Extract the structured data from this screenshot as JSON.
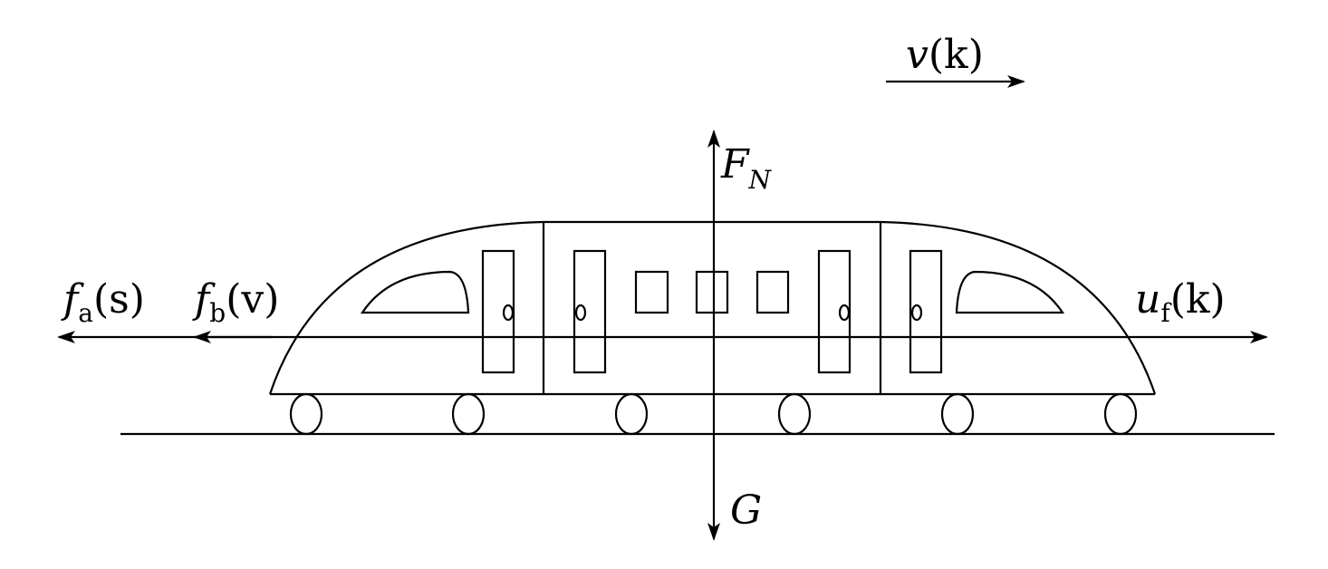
{
  "labels": {
    "velocity": {
      "main": "v",
      "arg": "(k)"
    },
    "normal_force": {
      "main": "F",
      "sub": "N"
    },
    "gravity": {
      "main": "G"
    },
    "resistance_a": {
      "main": "f",
      "sub": "a",
      "arg": "(s)"
    },
    "resistance_b": {
      "main": "f",
      "sub": "b",
      "arg": "(v)"
    },
    "traction": {
      "main": "u",
      "sub": "f",
      "arg": "(k)"
    }
  },
  "colors": {
    "stroke": "#000000",
    "background": "#ffffff"
  }
}
